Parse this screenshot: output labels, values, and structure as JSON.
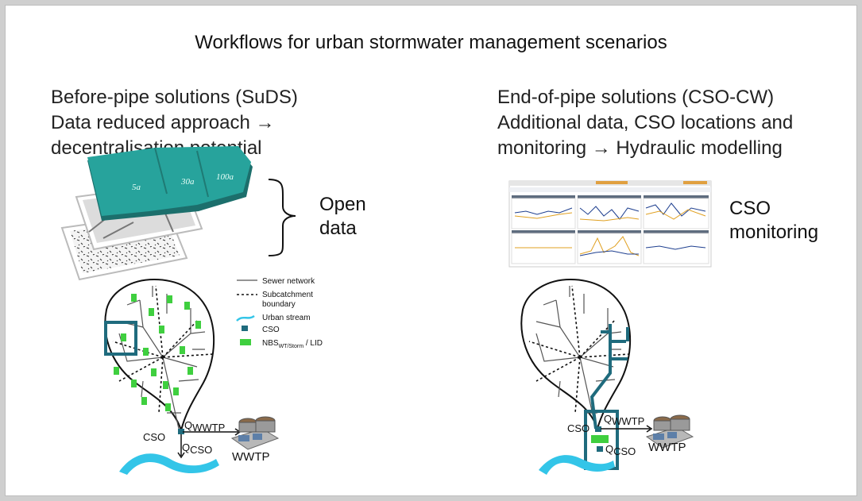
{
  "title": "Workflows for urban stormwater management scenarios",
  "left": {
    "heading": [
      "Before-pipe solutions (SuDS)",
      "Data reduced approach →",
      "decentralisation potential"
    ],
    "brace_label": [
      "Open",
      "data"
    ],
    "layer_labels": [
      "5a",
      "30a",
      "100a"
    ],
    "legend": {
      "sewer": "Sewer network",
      "subcatchment": [
        "Subcatchment",
        "boundary"
      ],
      "stream": "Urban stream",
      "cso": "CSO",
      "nbs_main": "NBS",
      "nbs_sub": "WT/Storm",
      "nbs_tail": " / LID"
    },
    "cso_label": "CSO",
    "q_wwtp": "Q",
    "q_wwtp_sub": "WWTP",
    "q_cso": "Q",
    "q_cso_sub": "CSO",
    "wwtp_label": "WWTP"
  },
  "right": {
    "heading": [
      "End-of-pipe solutions (CSO-CW)",
      "Additional data, CSO locations and",
      "monitoring → Hydraulic modelling"
    ],
    "monitor_label": [
      "CSO",
      "monitoring"
    ],
    "cso_label": "CSO",
    "q_wwtp": "Q",
    "q_wwtp_sub": "WWTP",
    "q_cso": "Q",
    "q_cso_sub": "CSO",
    "wwtp_label": "WWTP"
  },
  "colors": {
    "teal": "#1f6b7d",
    "layer": "#24948e",
    "green": "#3fcf3f",
    "stream": "#33c5e8"
  }
}
